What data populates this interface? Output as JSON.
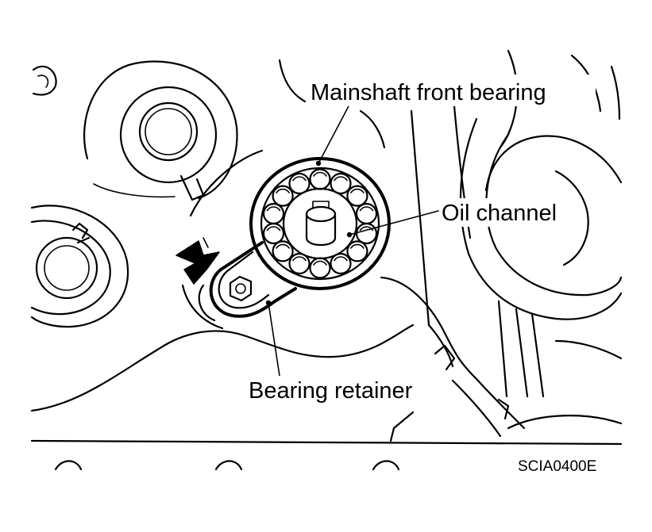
{
  "labels": {
    "mainshaft_front_bearing": "Mainshaft front bearing",
    "oil_channel": "Oil channel",
    "bearing_retainer": "Bearing retainer"
  },
  "figure_code": "SCIA0400E",
  "colors": {
    "ink": "#000000",
    "paper": "#ffffff"
  }
}
